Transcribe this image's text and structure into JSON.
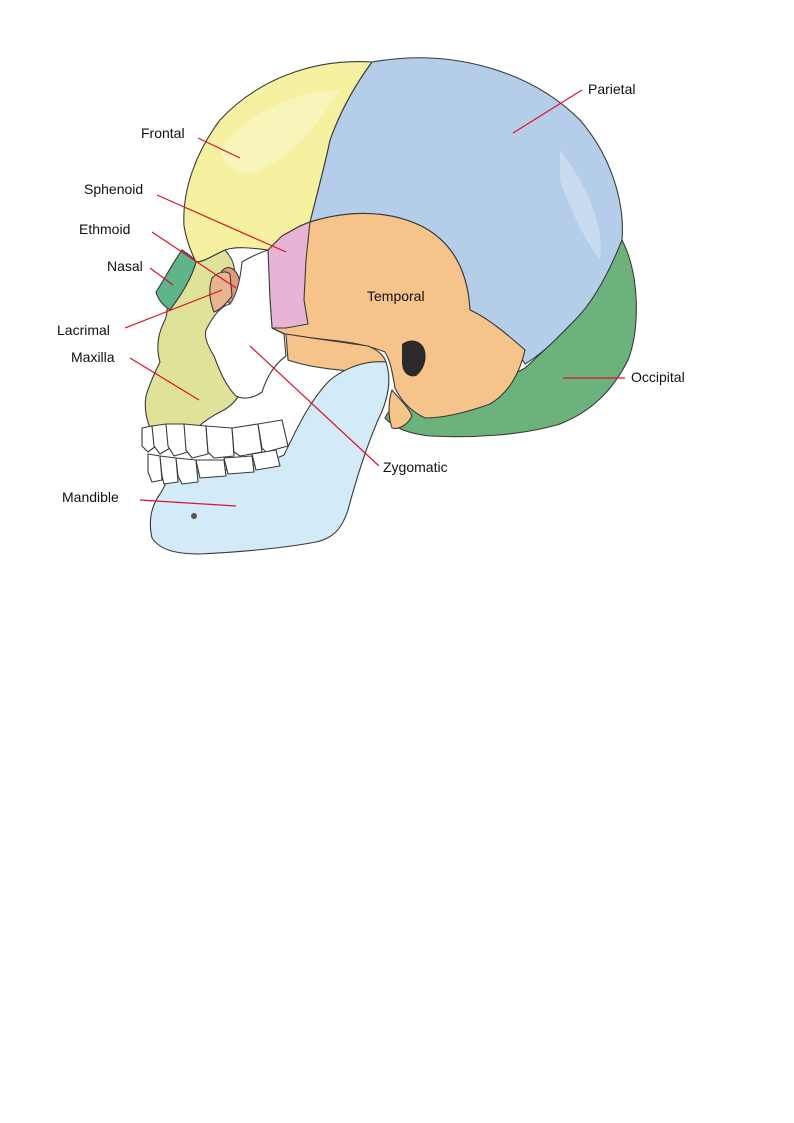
{
  "labels": {
    "frontal": "Frontal",
    "parietal": "Parietal",
    "sphenoid": "Sphenoid",
    "ethmoid": "Ethmoid",
    "nasal": "Nasal",
    "temporal": "Temporal",
    "lacrimal": "Lacrimal",
    "maxilla": "Maxilla",
    "occipital": "Occipital",
    "zygomatic": "Zygomatic",
    "mandible": "Mandible"
  },
  "colors": {
    "frontal": "#f6f1a0",
    "parietal": "#b4cde9",
    "sphenoid": "#e7b4d6",
    "ethmoid": "#e09a7a",
    "nasal": "#5fb48a",
    "temporal": "#f6c48a",
    "lacrimal": "#e6b48e",
    "maxilla": "#dfe39a",
    "occipital": "#6cb27c",
    "zygomatic": "#ffffff",
    "mandible": "#d3eaf8",
    "leader": "#e0102a"
  }
}
